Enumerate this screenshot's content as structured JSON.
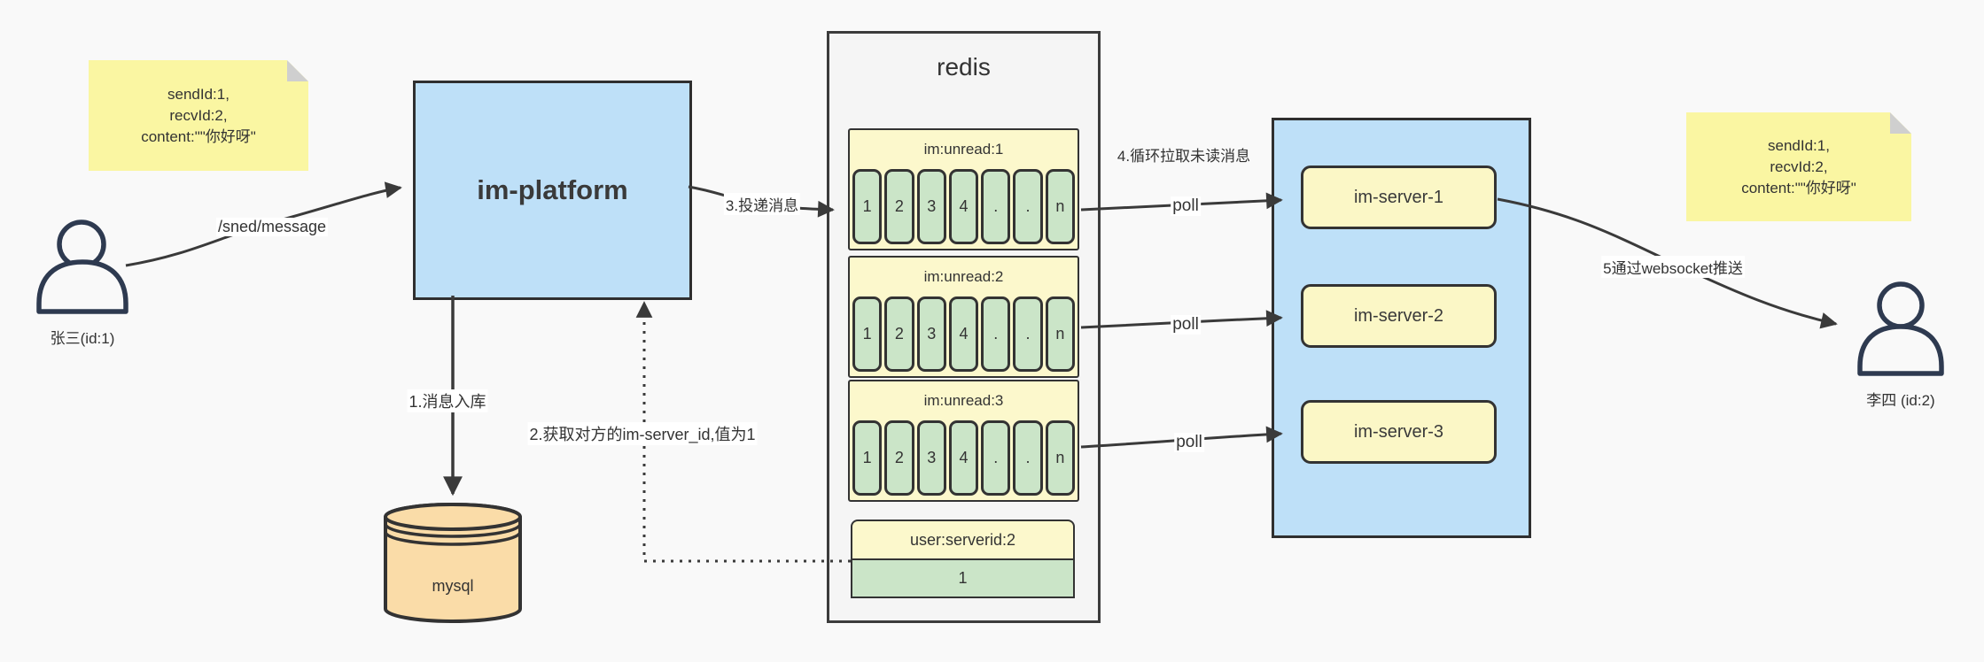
{
  "notes": {
    "left": {
      "lines": [
        "sendId:1,",
        "recvId:2,",
        "content:\"\"你好呀\""
      ]
    },
    "right": {
      "lines": [
        "sendId:1,",
        "recvId:2,",
        "content:\"\"你好呀\""
      ]
    }
  },
  "actors": {
    "sender": "张三(id:1)",
    "receiver": "李四 (id:2)"
  },
  "platform": {
    "title": "im-platform"
  },
  "database": {
    "title": "mysql"
  },
  "redis": {
    "title": "redis",
    "queues": [
      {
        "header": "im:unread:1",
        "cells": [
          "1",
          "2",
          "3",
          "4",
          ".",
          ".",
          "n"
        ]
      },
      {
        "header": "im:unread:2",
        "cells": [
          "1",
          "2",
          "3",
          "4",
          ".",
          ".",
          "n"
        ]
      },
      {
        "header": "im:unread:3",
        "cells": [
          "1",
          "2",
          "3",
          "4",
          ".",
          ".",
          "n"
        ]
      }
    ],
    "mapping": {
      "header": "user:serverid:2",
      "value": "1"
    }
  },
  "servers": [
    {
      "label": "im-server-1"
    },
    {
      "label": "im-server-2"
    },
    {
      "label": "im-server-3"
    }
  ],
  "edges": {
    "send": "/sned/message",
    "step1": "1.消息入库",
    "step2": "2.获取对方的im-server_id,值为1",
    "step3": "3.投递消息",
    "step4": "4.循环拉取未读消息",
    "step5": "5通过websocket推送",
    "poll": "poll"
  },
  "colors": {
    "background": "#f9f9f9",
    "blue_fill": "#bee0f8",
    "sticky_yellow": "#faf6a2",
    "pale_yellow": "#fcf8cc",
    "server_yellow": "#fbf7c6",
    "green_cell": "#cbe5c8",
    "mysql_orange": "#fadca8",
    "line": "#3a3a3a",
    "person": "#2e3a50"
  }
}
